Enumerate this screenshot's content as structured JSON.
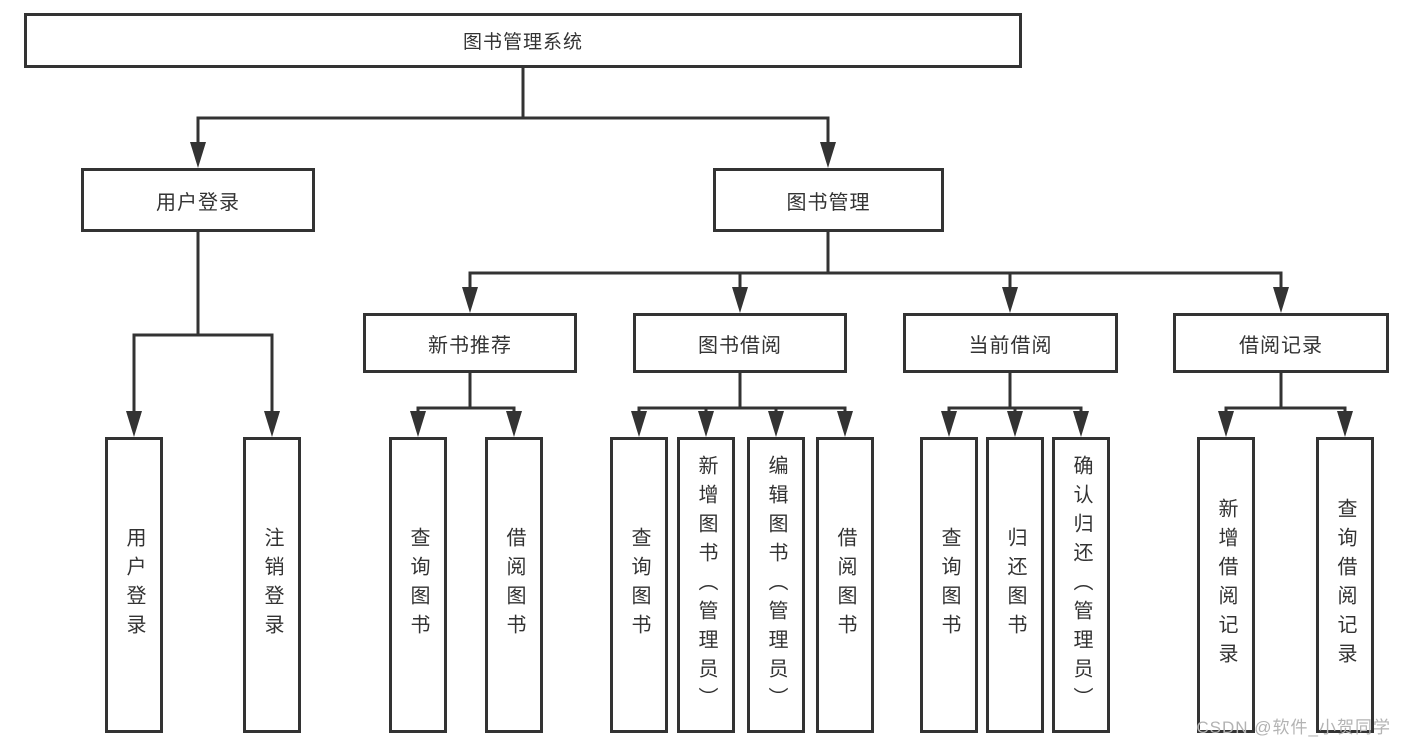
{
  "diagram": {
    "root": {
      "label": "图书管理系统"
    },
    "level2": [
      {
        "id": "user-login",
        "label": "用户登录"
      },
      {
        "id": "book-management",
        "label": "图书管理"
      }
    ],
    "level3": [
      {
        "id": "new-book-recommend",
        "parent": "book-management",
        "label": "新书推荐"
      },
      {
        "id": "book-borrowing",
        "parent": "book-management",
        "label": "图书借阅"
      },
      {
        "id": "current-borrowing",
        "parent": "book-management",
        "label": "当前借阅"
      },
      {
        "id": "borrowing-records",
        "parent": "book-management",
        "label": "借阅记录"
      }
    ],
    "leaves": [
      {
        "id": "user-login-leaf",
        "parent": "user-login",
        "label": "用户登录"
      },
      {
        "id": "logout-leaf",
        "parent": "user-login",
        "label": "注销登录"
      },
      {
        "id": "query-books-recommend",
        "parent": "new-book-recommend",
        "label": "查询图书"
      },
      {
        "id": "borrow-books-recommend",
        "parent": "new-book-recommend",
        "label": "借阅图书"
      },
      {
        "id": "query-books-borrowing",
        "parent": "book-borrowing",
        "label": "查询图书"
      },
      {
        "id": "add-books-admin",
        "parent": "book-borrowing",
        "label": "新增图书（管理员）"
      },
      {
        "id": "edit-books-admin",
        "parent": "book-borrowing",
        "label": "编辑图书（管理员）"
      },
      {
        "id": "borrow-books-borrowing",
        "parent": "book-borrowing",
        "label": "借阅图书"
      },
      {
        "id": "query-books-current",
        "parent": "current-borrowing",
        "label": "查询图书"
      },
      {
        "id": "return-books",
        "parent": "current-borrowing",
        "label": "归还图书"
      },
      {
        "id": "confirm-return-admin",
        "parent": "current-borrowing",
        "label": "确认归还（管理员）"
      },
      {
        "id": "add-borrow-record",
        "parent": "borrowing-records",
        "label": "新增借阅记录"
      },
      {
        "id": "query-borrow-record",
        "parent": "borrowing-records",
        "label": "查询借阅记录"
      }
    ]
  },
  "watermark": {
    "text": "CSDN @软件_小贺同学"
  },
  "colors": {
    "line": "#333333",
    "border": "#333333",
    "text": "#333333",
    "watermark": "#b3b3b3",
    "background": "#ffffff"
  }
}
